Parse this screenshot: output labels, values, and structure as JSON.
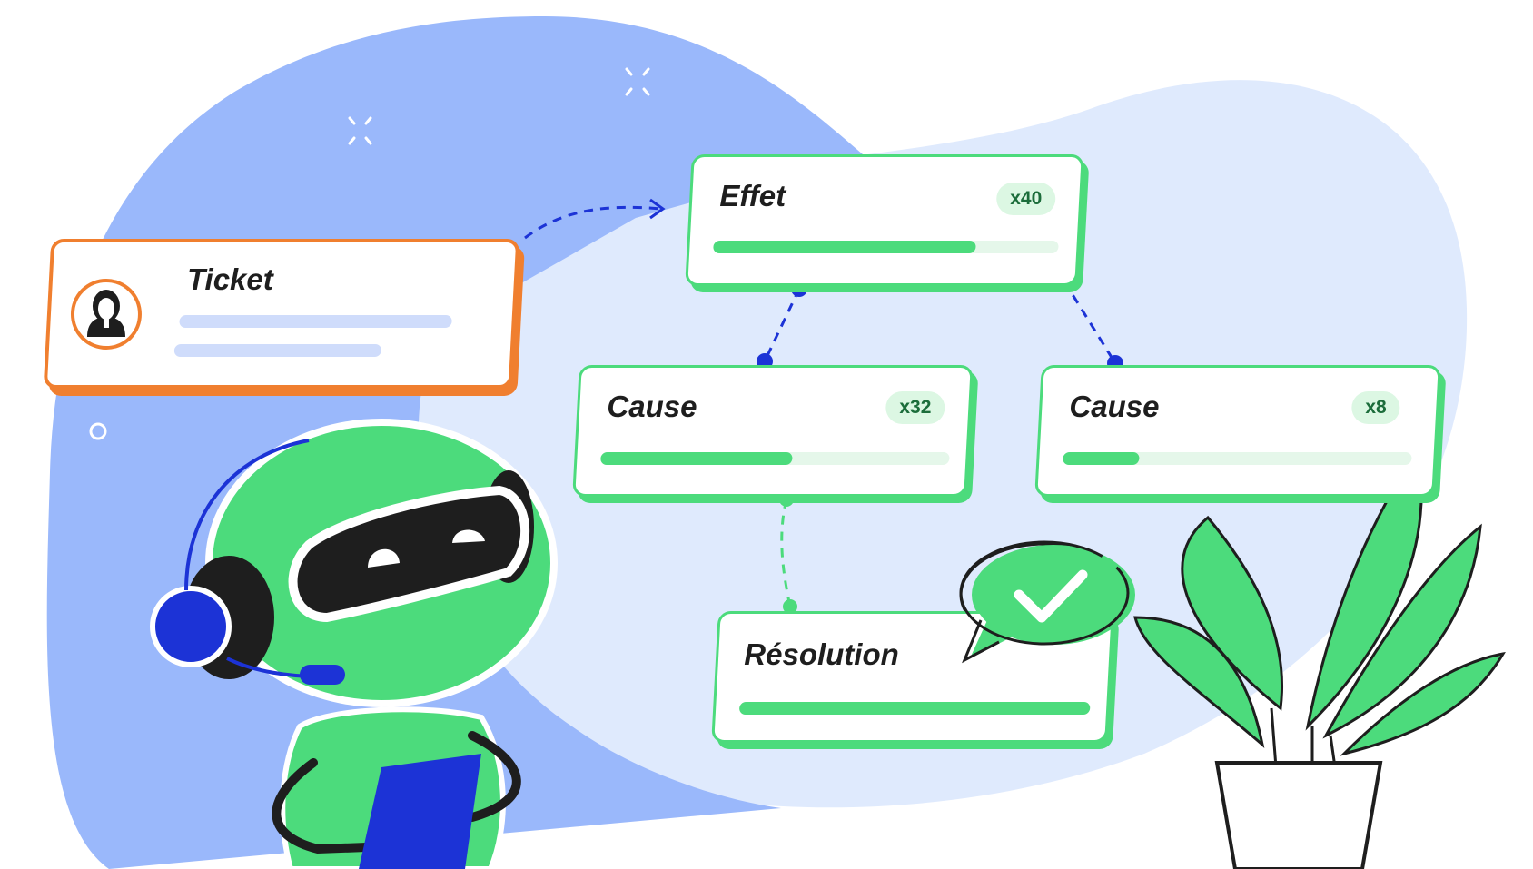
{
  "ticket": {
    "title": "Ticket",
    "avatar_icon": "woman-avatar-icon",
    "accent": "#f07f2f"
  },
  "effect": {
    "title": "Effet",
    "count": "x40",
    "level": 0.76
  },
  "causes": [
    {
      "title": "Cause",
      "count": "x32",
      "level": 0.55
    },
    {
      "title": "Cause",
      "count": "x8",
      "level": 0.22
    }
  ],
  "resolution": {
    "title": "Résolution",
    "status_icon": "checkmark-bubble-icon",
    "level": 1.0
  },
  "colors": {
    "green": "#4cdb7c",
    "blue_blob": "#9ab8fb",
    "light_blob": "#dfeafd",
    "connector": "#1c33d6",
    "orange": "#f07f2f"
  }
}
